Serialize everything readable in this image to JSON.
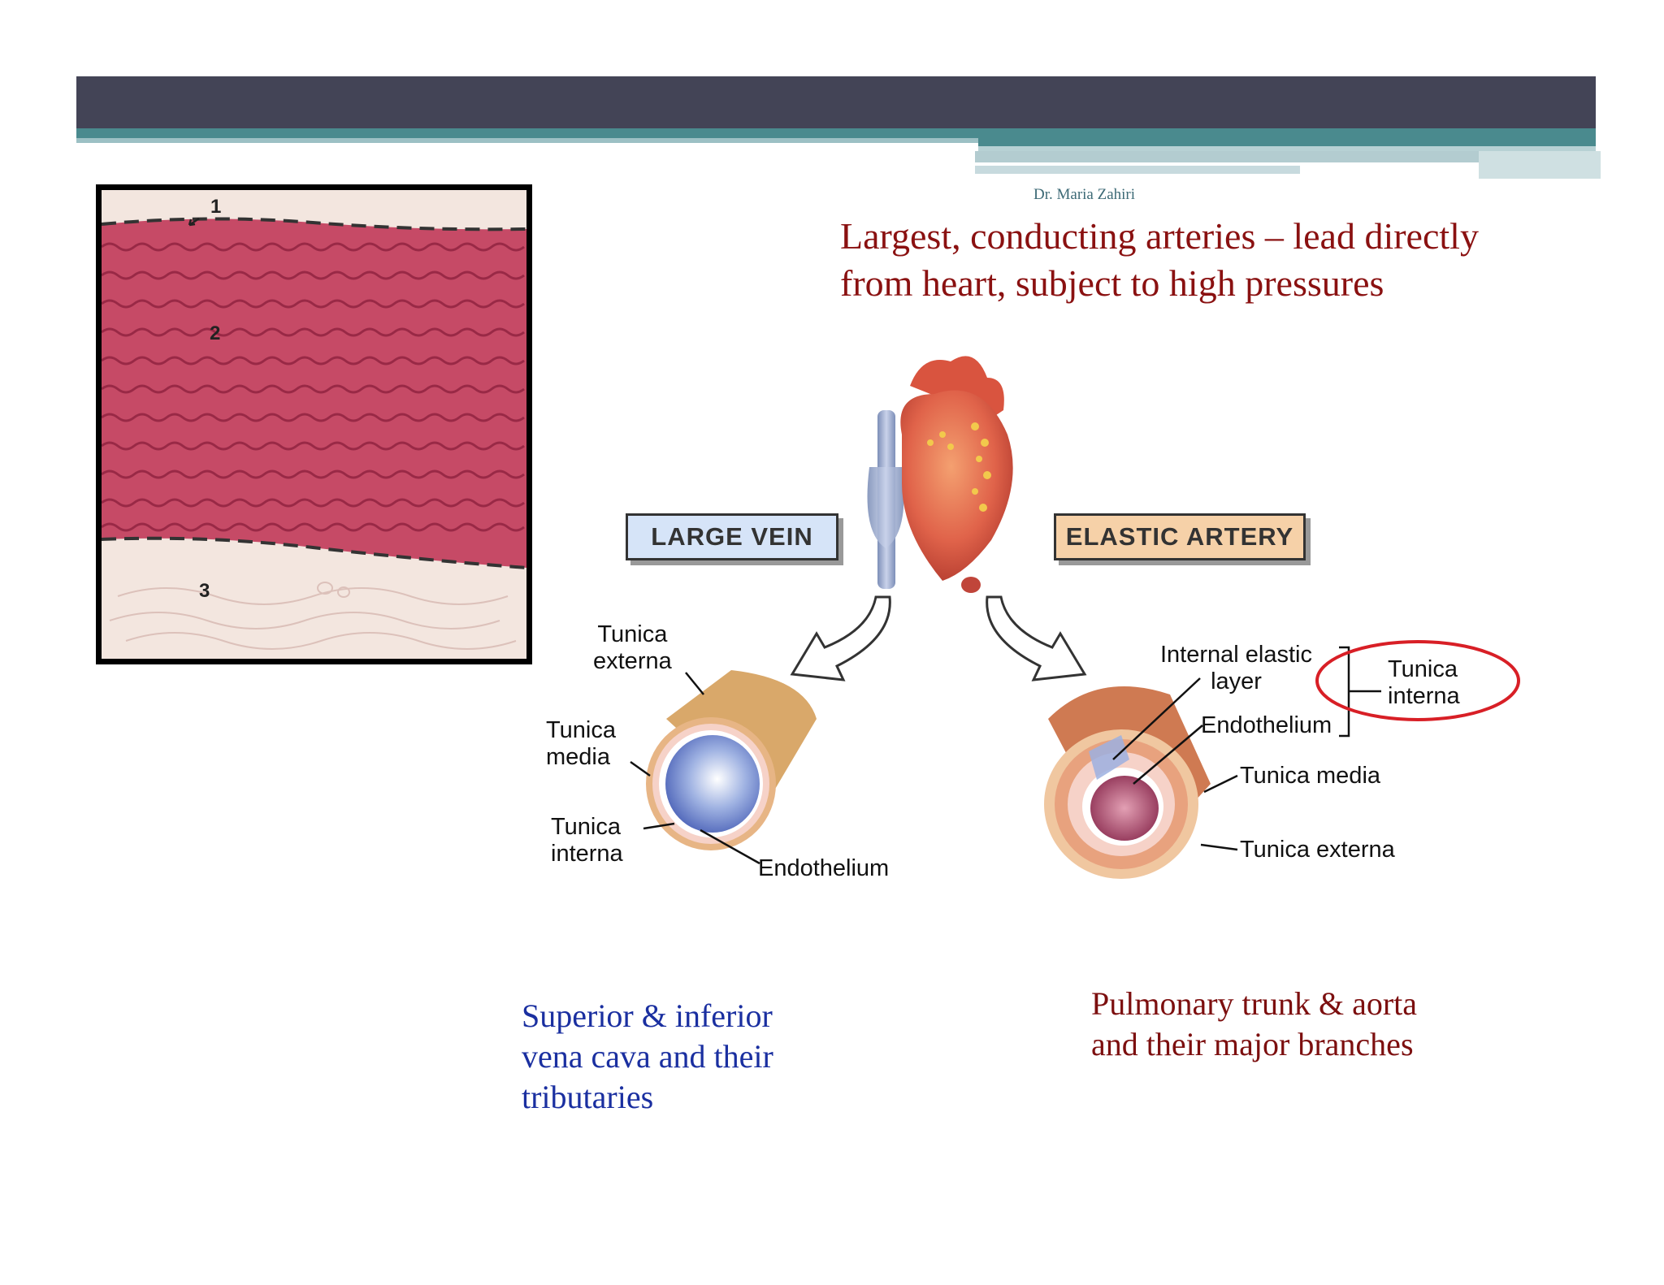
{
  "header": {
    "bar_color": "#434456",
    "stripe_color": "#4a8a8e",
    "author": "Dr. Maria Zahiri"
  },
  "title": {
    "lines": [
      "Largest, conducting arteries – lead directly",
      "from heart, subject to high pressures"
    ],
    "color": "#8a1111"
  },
  "micrograph": {
    "layer_labels": [
      "1",
      "2",
      "3"
    ],
    "tissue_color": "#c64a66"
  },
  "diagram": {
    "vein_badge": "LARGE VEIN",
    "artery_badge": "ELASTIC ARTERY",
    "vein_labels": {
      "tunica_externa": [
        "Tunica",
        "externa"
      ],
      "tunica_media": [
        "Tunica",
        "media"
      ],
      "tunica_interna": [
        "Tunica",
        "interna"
      ],
      "endothelium": "Endothelium"
    },
    "artery_labels": {
      "internal_elastic_layer": [
        "Internal elastic",
        "layer"
      ],
      "tunica_interna": [
        "Tunica",
        "interna"
      ],
      "endothelium": "Endothelium",
      "tunica_media": "Tunica media",
      "tunica_externa": "Tunica externa"
    },
    "highlight_color": "#d81f26"
  },
  "captions": {
    "vein": [
      "Superior & inferior",
      "vena cava and their",
      "tributaries"
    ],
    "artery": [
      "Pulmonary trunk & aorta",
      "and their major branches"
    ]
  }
}
